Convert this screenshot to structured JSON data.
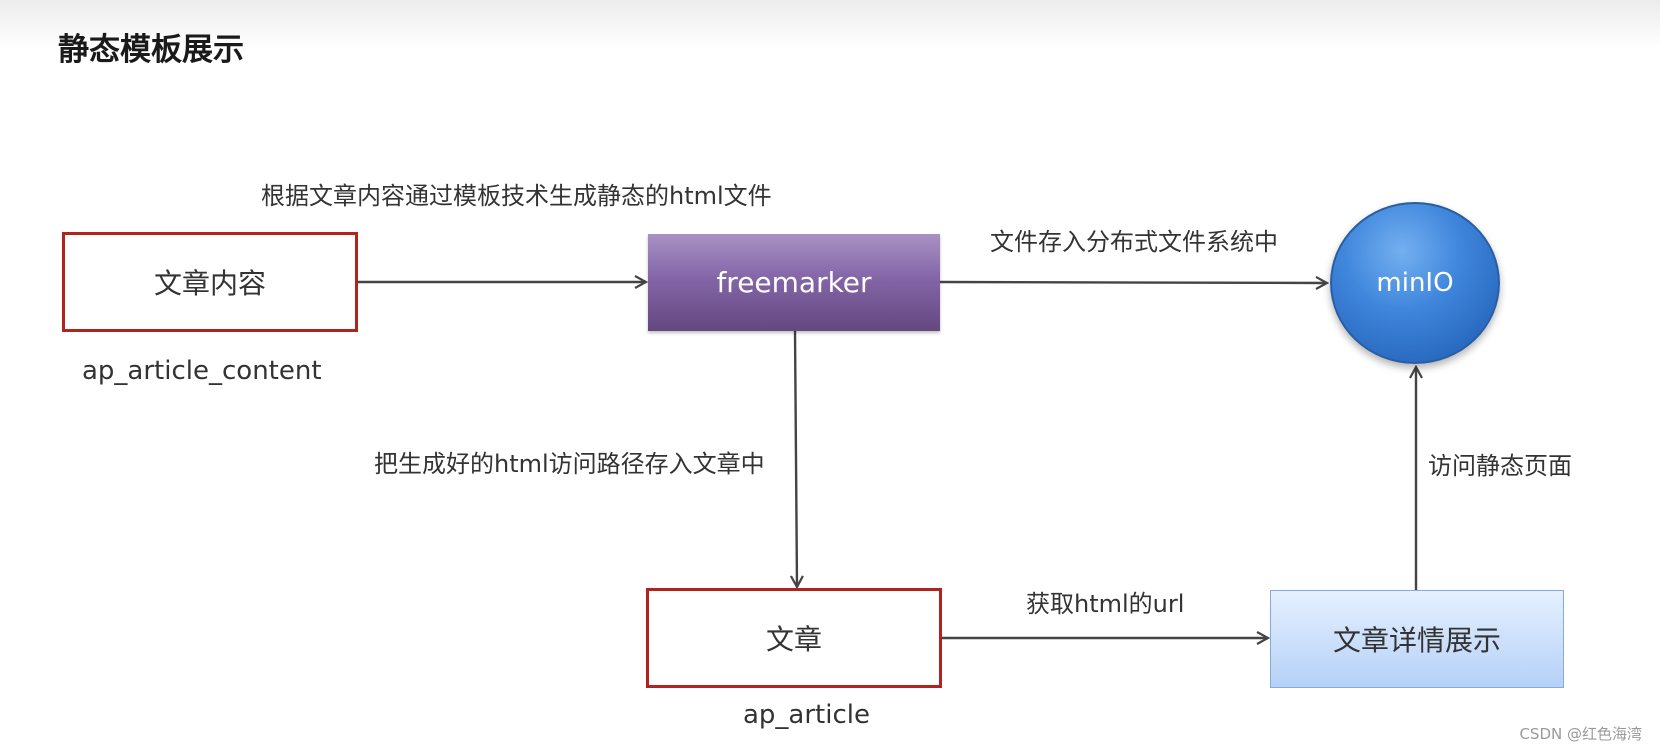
{
  "title": "静态模板展示",
  "nodes": {
    "article_content": {
      "label": "文章内容",
      "sublabel": "ap_article_content"
    },
    "freemarker": {
      "label": "freemarker"
    },
    "minio": {
      "label": "minIO"
    },
    "article": {
      "label": "文章",
      "sublabel": "ap_article"
    },
    "detail": {
      "label": "文章详情展示"
    }
  },
  "edges": {
    "content_to_freemarker": "根据文章内容通过模板技术生成静态的html文件",
    "freemarker_to_minio": "文件存入分布式文件系统中",
    "freemarker_to_article": "把生成好的html访问路径存入文章中",
    "article_to_detail": "获取html的url",
    "detail_to_minio": "访问静态页面"
  },
  "watermark": "CSDN @红色海湾",
  "colors": {
    "box_border_red": "#b2221f",
    "freemarker_purple": "#7a5e9e",
    "minio_blue": "#3a7fd5",
    "detail_light_blue": "#c4dafa",
    "arrow": "#444444"
  }
}
